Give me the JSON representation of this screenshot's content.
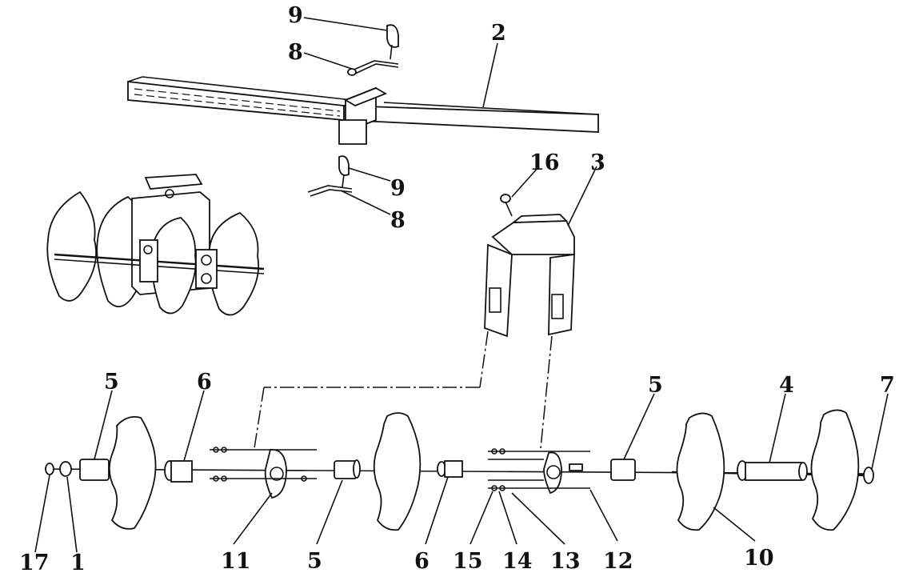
{
  "labels": {
    "top_9": "9",
    "top_8": "8",
    "beam_2": "2",
    "mid_9": "9",
    "mid_8": "8",
    "bolt_16": "16",
    "bracket_3": "3",
    "l_5a": "5",
    "l_6a": "6",
    "l_5b": "5",
    "l_4": "4",
    "l_7": "7",
    "b_17": "17",
    "b_1": "1",
    "b_11": "11",
    "b_5": "5",
    "b_6": "6",
    "b_15": "15",
    "b_14": "14",
    "b_13": "13",
    "b_12": "12",
    "b_10": "10"
  }
}
